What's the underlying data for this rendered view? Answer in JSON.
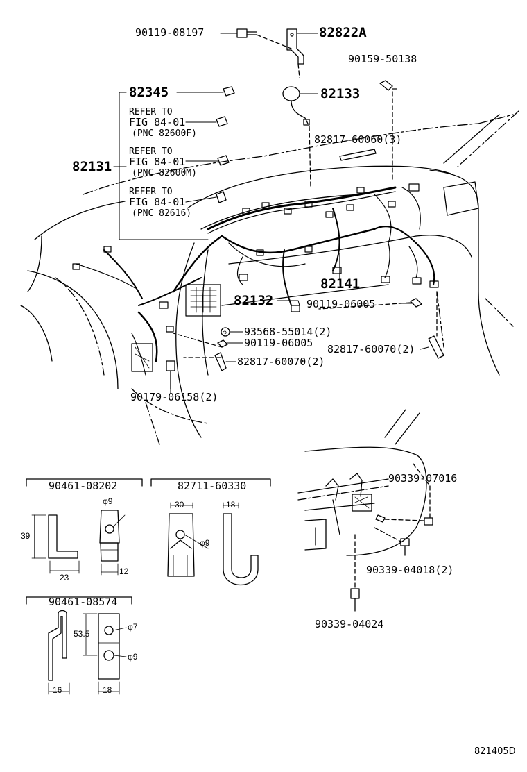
{
  "diagram_code": "821405D",
  "parts": {
    "p_82822A": "82822A",
    "p_90119_08197": "90119-08197",
    "p_90159_50138": "90159-50138",
    "p_82133": "82133",
    "p_82345": "82345",
    "p_82131": "82131",
    "p_82817_60060": "82817-60060(3)",
    "p_82141": "82141",
    "p_82132": "82132",
    "p_90119_06005_a": "90119-06005",
    "p_93568_55014": "93568-55014(2)",
    "p_90119_06005_b": "90119-06005",
    "p_82817_60070_a": "82817-60070(2)",
    "p_82817_60070_b": "82817-60070(2)",
    "p_90179_06158": "90179-06158(2)",
    "p_90339_07016": "90339-07016",
    "p_90339_04018": "90339-04018(2)",
    "p_90339_04024": "90339-04024"
  },
  "refs": [
    {
      "line1": "REFER TO",
      "line2": "FIG 84-01",
      "line3": "(PNC 82600F)"
    },
    {
      "line1": "REFER TO",
      "line2": "FIG 84-01",
      "line3": "(PNC 82600M)"
    },
    {
      "line1": "REFER TO",
      "line2": "FIG 84-01",
      "line3": "(PNC 82616)"
    }
  ],
  "detail_90461_08202": {
    "part": "90461-08202",
    "height": "39",
    "width": "23",
    "hole": "φ9",
    "thickness": "12"
  },
  "detail_82711_60330": {
    "part": "82711-60330",
    "width_a": "30",
    "width_b": "18",
    "hole": "φ9"
  },
  "detail_90461_08574": {
    "part": "90461-08574",
    "height": "53.5",
    "hole_a": "φ7",
    "hole_b": "φ9",
    "width_a": "16",
    "width_b": "18"
  }
}
